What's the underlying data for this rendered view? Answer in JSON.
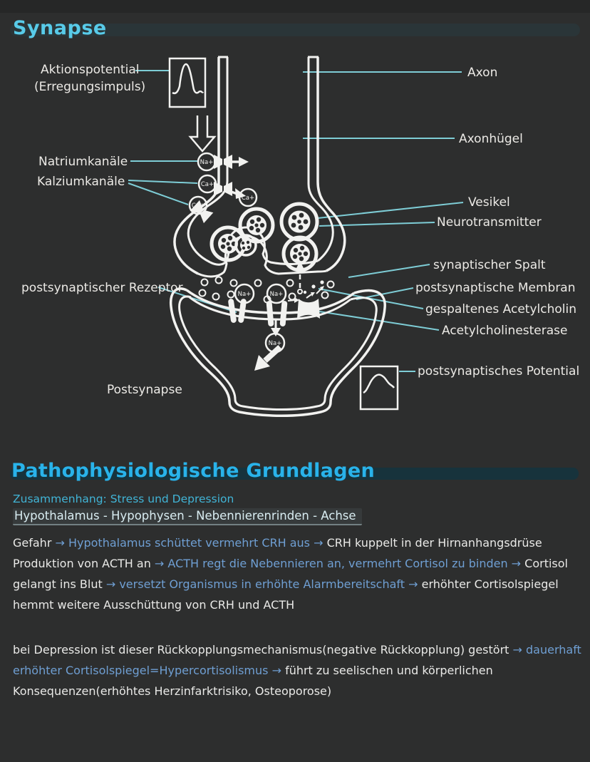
{
  "colors": {
    "background": "#2d2e2e",
    "title_cyan": "#58cbe9",
    "section_blue": "#29b3ea",
    "leader_line": "#7ecdd6",
    "drawing_white": "#f2f2f0",
    "text_white": "#e9e9e7",
    "text_blue": "#6f9fd3",
    "subtitle_cyan": "#41b4d6",
    "highlight_bar": "#17333c"
  },
  "synapse": {
    "title": "Synapse",
    "labels": {
      "aktionspotential_line1": "Aktionspotential",
      "aktionspotential_line2": "(Erregungsimpuls)",
      "axon": "Axon",
      "axonhuegel": "Axonhügel",
      "natriumkanaele": "Natriumkanäle",
      "kalziumkanaele": "Kalziumkanäle",
      "vesikel": "Vesikel",
      "neurotransmitter": "Neurotransmitter",
      "synaptischer_spalt": "synaptischer Spalt",
      "postsynaptische_membran": "postsynaptische Membran",
      "gespaltenes_acetylcholin": "gespaltenes Acetylcholin",
      "acetylcholinesterase": "Acetylcholinesterase",
      "postsynaptischer_rezeptor": "postsynaptischer Rezeptor",
      "postsynapse": "Postsynapse",
      "postsynaptisches_potential": "postsynaptisches Potential"
    },
    "ions": {
      "na": "Na+",
      "ca": "Ca+"
    }
  },
  "patho": {
    "title": "Pathophysiologische Grundlagen",
    "subtitle": "Zusammenhang: Stress und Depression",
    "heading": "Hypothalamus - Hypophysen - Nebennierenrinden - Achse",
    "paragraph1": [
      {
        "c": "w",
        "t": "Gefahr "
      },
      {
        "c": "b",
        "t": "→ Hypothalamus schüttet vermehrt CRH aus → "
      },
      {
        "c": "w",
        "t": "CRH kuppelt in der Hirnanhangsdrüse Produktion von ACTH an "
      },
      {
        "c": "b",
        "t": "→ ACTH regt die Nebennieren an, vermehrt Cortisol zu binden → "
      },
      {
        "c": "w",
        "t": "Cortisol gelangt ins Blut "
      },
      {
        "c": "b",
        "t": "→ versetzt Organismus in erhöhte Alarmbereitschaft → "
      },
      {
        "c": "w",
        "t": "erhöhter Cortisolspiegel hemmt weitere Ausschüttung von CRH und ACTH"
      }
    ],
    "paragraph2": [
      {
        "c": "w",
        "t": "bei Depression ist dieser Rückkopplungsmechanismus(negative Rückkopplung) gestört "
      },
      {
        "c": "b",
        "t": "→ dauerhaft erhöhter Cortisolspiegel=Hypercortisolismus → "
      },
      {
        "c": "w",
        "t": "führt zu seelischen und körperlichen Konsequenzen(erhöhtes Herzinfarktrisiko, Osteoporose)"
      }
    ]
  }
}
